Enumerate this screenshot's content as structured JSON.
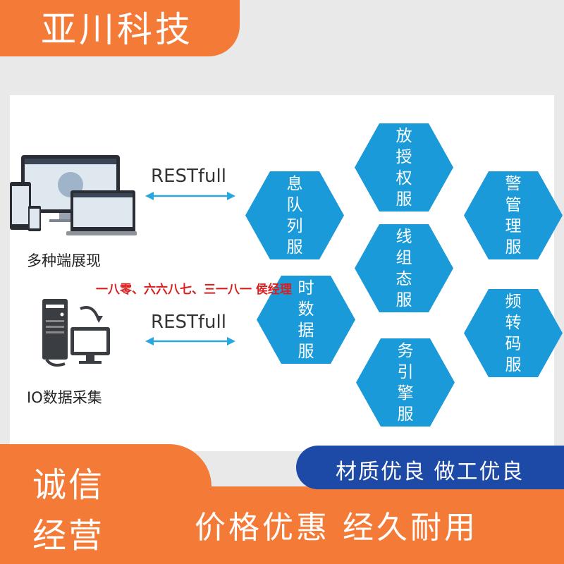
{
  "brand": {
    "name": "亚川科技"
  },
  "diagram": {
    "left_column": [
      {
        "caption": "多种端展现",
        "arrow_label": "RESTfull"
      },
      {
        "caption": "IO数据采集",
        "arrow_label": "RESTfull"
      }
    ],
    "contact_overlay": "一八零、六六八七、三一八一 侯经理",
    "services": [
      {
        "label": "消息队列服务"
      },
      {
        "label": "开放授权服务"
      },
      {
        "label": "报警管理服务"
      },
      {
        "label": "在线组态服务"
      },
      {
        "label": "实时数据服务"
      },
      {
        "label": "视频转码服务"
      },
      {
        "label": "任务引擎服务"
      }
    ]
  },
  "footer": {
    "left_line1": "诚信",
    "left_line2": "经营",
    "quality_slogan": "材质优良 做工优良",
    "value_slogan": "价格优惠 经久耐用"
  },
  "colors": {
    "accent_orange": "#f47b37",
    "hex_blue": "#1a9ad8",
    "navy": "#1d4aa6",
    "overlay_red": "#d91e1e"
  }
}
